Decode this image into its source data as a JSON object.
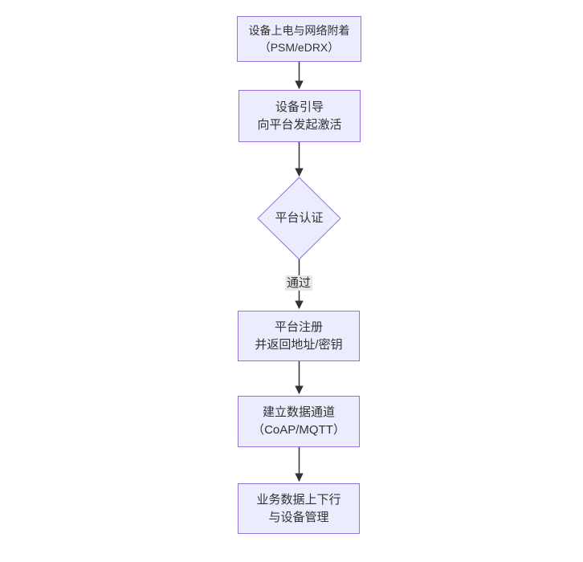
{
  "diagram": {
    "type": "flowchart",
    "direction": "top-down",
    "colors": {
      "background": "#ffffff",
      "node_fill": "#ececff",
      "node_border": "#9370db",
      "text": "#333333",
      "arrow": "#333333",
      "edge_label_bg": "#e8e8e8"
    },
    "nodes": [
      {
        "id": "power-attach",
        "shape": "rect",
        "line1": "设备上电与网络附着",
        "line2": "（PSM/eDRX）"
      },
      {
        "id": "bootstrap",
        "shape": "rect",
        "line1": "设备引导",
        "line2": "向平台发起激活"
      },
      {
        "id": "platform-auth",
        "shape": "diamond",
        "line1": "平台认证",
        "line2": ""
      },
      {
        "id": "register",
        "shape": "rect",
        "line1": "平台注册",
        "line2": "并返回地址/密钥"
      },
      {
        "id": "data-channel",
        "shape": "rect",
        "line1": "建立数据通道",
        "line2": "（CoAP/MQTT）"
      },
      {
        "id": "business",
        "shape": "rect",
        "line1": "业务数据上下行",
        "line2": "与设备管理"
      }
    ],
    "edges": [
      {
        "from": "power-attach",
        "to": "bootstrap",
        "label": ""
      },
      {
        "from": "bootstrap",
        "to": "platform-auth",
        "label": ""
      },
      {
        "from": "platform-auth",
        "to": "register",
        "label": "通过"
      },
      {
        "from": "register",
        "to": "data-channel",
        "label": ""
      },
      {
        "from": "data-channel",
        "to": "business",
        "label": ""
      }
    ]
  }
}
